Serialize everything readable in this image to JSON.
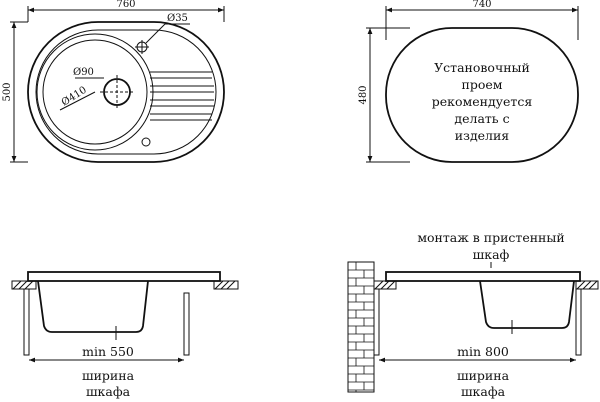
{
  "top_left": {
    "width_dim": "760",
    "height_dim": "500",
    "hole_small_dim": "Ø35",
    "drain_dim": "Ø90",
    "bowl_dim": "Ø410"
  },
  "top_right": {
    "width_dim": "740",
    "height_dim": "480",
    "note_lines": [
      "Установочный",
      "проем",
      "рекомендуется",
      "делать с",
      "изделия"
    ]
  },
  "bottom_left": {
    "min_dim": "min 550",
    "caption_lines": [
      "ширина",
      "шкафа"
    ]
  },
  "bottom_right": {
    "mount_lines": [
      "монтаж в пристенный",
      "шкаф"
    ],
    "min_dim": "min 800",
    "caption_lines": [
      "ширина",
      "шкафа"
    ]
  },
  "colors": {
    "ink": "#111111",
    "wall_fill": "#ffffff"
  }
}
